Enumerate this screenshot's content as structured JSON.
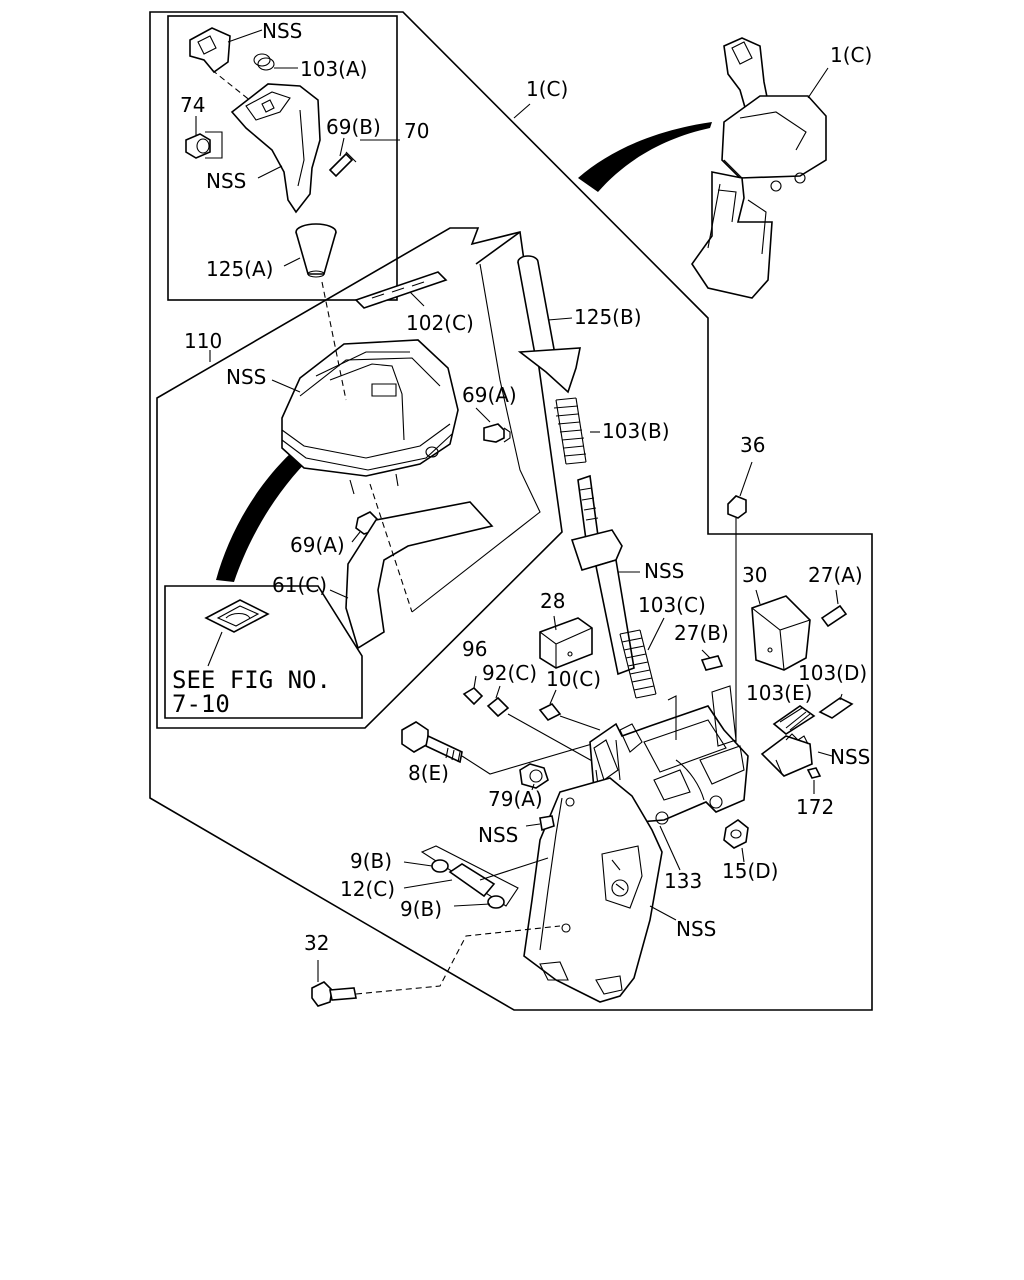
{
  "labels": {
    "nss_lever_cap": "NSS",
    "p103a": "103(A)",
    "p74": "74",
    "p69b": "69(B)",
    "p70": "70",
    "nss_knob": "NSS",
    "p125a": "125(A)",
    "p1c_top": "1(C)",
    "p1c_right": "1(C)",
    "p102c": "102(C)",
    "p125b": "125(B)",
    "p110": "110",
    "nss_cover": "NSS",
    "p69a_upper": "69(A)",
    "p103b": "103(B)",
    "p36": "36",
    "p69a_lower": "69(A)",
    "nss_rod": "NSS",
    "p61c": "61(C)",
    "p30": "30",
    "p27a": "27(A)",
    "p28": "28",
    "p103c": "103(C)",
    "p27b": "27(B)",
    "p96": "96",
    "p92c": "92(C)",
    "p10c": "10(C)",
    "p103d": "103(D)",
    "p103e": "103(E)",
    "nss_sector": "NSS",
    "p8e": "8(E)",
    "p79a": "79(A)",
    "p172": "172",
    "nss_bush": "NSS",
    "p15d": "15(D)",
    "p9b_upper": "9(B)",
    "p133": "133",
    "p12c": "12(C)",
    "p9b_lower": "9(B)",
    "nss_bracket": "NSS",
    "p32": "32"
  },
  "see_fig": {
    "line1": "SEE FIG NO.",
    "line2": "7-10"
  },
  "icons": {
    "reference": "see-figure-icon"
  }
}
